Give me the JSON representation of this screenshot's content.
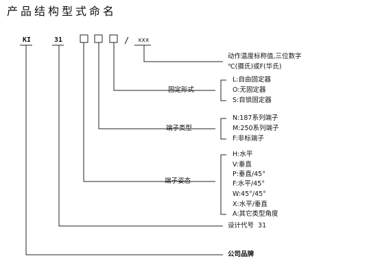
{
  "title": "产品结构型式命名",
  "code": {
    "prefix": "KI",
    "series": "31",
    "slash": "/",
    "temp_placeholder": "xxx"
  },
  "fields": {
    "temperature": {
      "label_line1": "动作温度标称值,三位数字",
      "label_line2": "℃(摄氏)或F(华氏)"
    },
    "fixing": {
      "label": "固定形式",
      "options": [
        "L:自由固定器",
        "O:无固定器",
        "S:自锁固定器"
      ]
    },
    "terminal_type": {
      "label": "端子类型",
      "options": [
        "N:187系列端子",
        "M:250系列端子",
        "F:非标端子"
      ]
    },
    "terminal_posture": {
      "label": "端子姿态",
      "options": [
        "H:水平",
        "V:垂直",
        "P:垂直/45°",
        "F:水平/45°",
        "W:45°/45°",
        "X:水平/垂直",
        "A:其它类型角度"
      ]
    },
    "design_code": {
      "label": "设计代号  31"
    },
    "brand": {
      "label": "公司品牌"
    }
  }
}
